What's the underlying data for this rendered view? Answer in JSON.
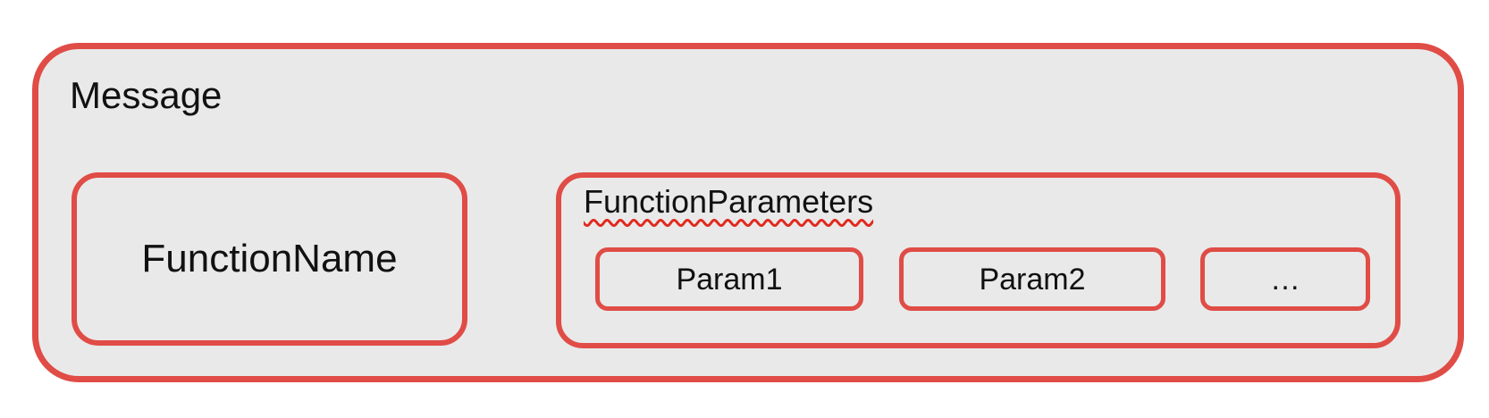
{
  "message": {
    "label": "Message"
  },
  "function_name": {
    "label": "FunctionName"
  },
  "function_parameters": {
    "label": "FunctionParameters",
    "params": [
      {
        "label": "Param1"
      },
      {
        "label": "Param2"
      },
      {
        "label": "…"
      }
    ]
  },
  "colors": {
    "border_red": "#e04c46",
    "underline_red": "#e02a20",
    "box_fill": "#e9e9e9",
    "text": "#111111"
  }
}
